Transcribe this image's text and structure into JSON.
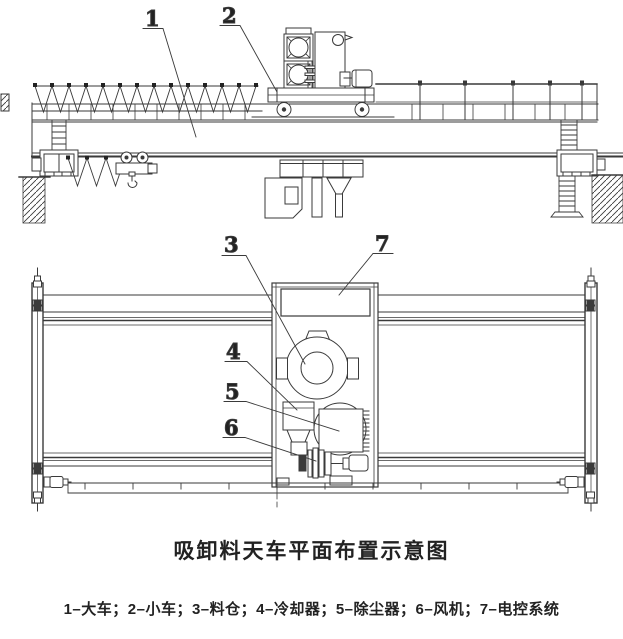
{
  "title": "吸卸料天车平面布置示意图",
  "legend": {
    "dash": "–",
    "separator": "；",
    "items": [
      {
        "num": "1",
        "label": "大车"
      },
      {
        "num": "2",
        "label": "小车"
      },
      {
        "num": "3",
        "label": "料仓"
      },
      {
        "num": "4",
        "label": "冷却器"
      },
      {
        "num": "5",
        "label": "除尘器"
      },
      {
        "num": "6",
        "label": "风机"
      },
      {
        "num": "7",
        "label": "电控系统"
      }
    ]
  },
  "callouts": {
    "c1": "1",
    "c2": "2",
    "c3": "3",
    "c4": "4",
    "c5": "5",
    "c6": "6",
    "c7": "7"
  },
  "colors": {
    "line": "#3a3a3a",
    "background": "#ffffff",
    "text": "#222222"
  }
}
